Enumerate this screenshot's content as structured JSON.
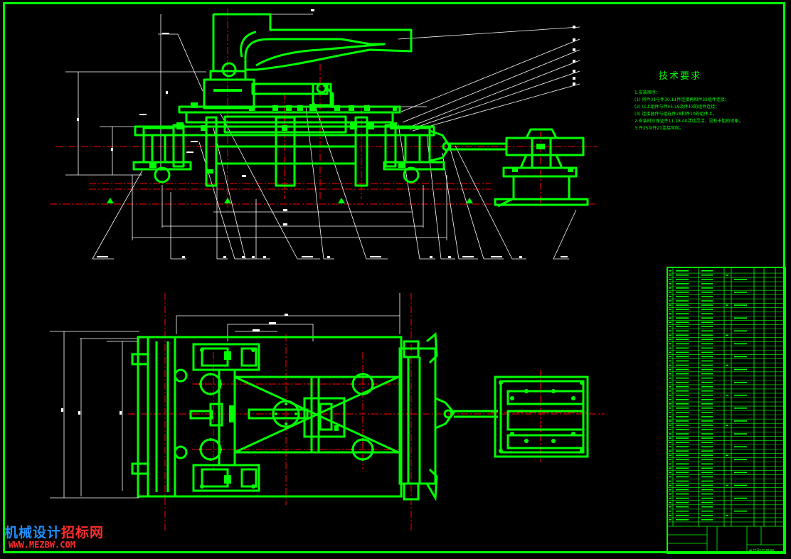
{
  "drawing": {
    "tech_title": "技术要求",
    "tech_notes": [
      "1.安装顺序：",
      "(1) 将件31与件30.11件连接再和件32组件连接；",
      "(2) 以上组件与件45.19及件13的组件连接；",
      "(3) 连接器件与组在件28和件10的组件上。",
      "2.安装时应保证件11.18.40活动灵活，没有卡阻的现象。",
      "3.件25与件21连接牢固。"
    ],
    "title_block_label": "总装配示意图"
  },
  "watermark": {
    "part1": "机械设计",
    "part2": "招标网",
    "url": "WWW.MEZBW.COM"
  },
  "colors": {
    "line": "#00ff00",
    "center": "#ff0000",
    "aux": "#ffffff",
    "bg": "#000000"
  }
}
